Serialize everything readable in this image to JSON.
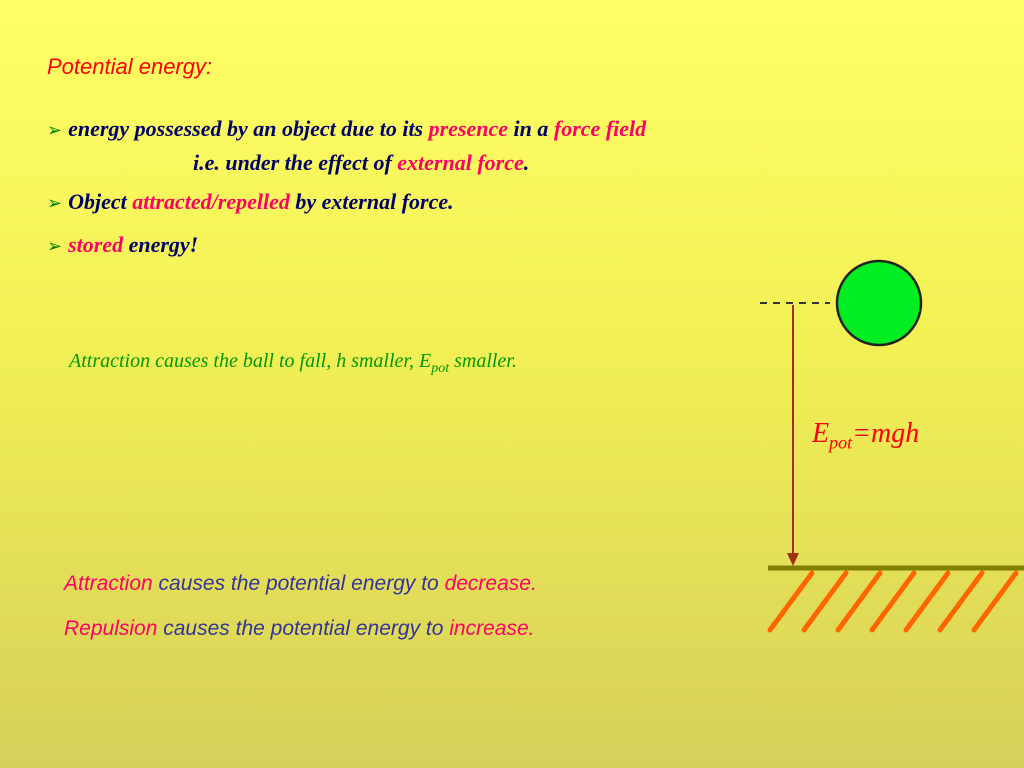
{
  "title": "Potential energy:",
  "bullets": [
    {
      "parts": [
        "energy possessed by an object due to its ",
        "presence",
        " in a ",
        "force field"
      ],
      "continuation": [
        "i.e. under the effect of ",
        "external force",
        "."
      ]
    },
    {
      "parts": [
        "Object ",
        "attracted/repelled",
        " by external force."
      ]
    },
    {
      "parts": [
        "stored",
        " energy!"
      ]
    }
  ],
  "attraction_note": {
    "before": "Attraction causes the ball to fall, h smaller, E",
    "sub": "pot",
    "after": " smaller."
  },
  "formula": {
    "base": "E",
    "sub": "pot",
    "rest": "=mgh"
  },
  "statements": [
    {
      "keyword": "Attraction",
      "middle": " causes the potential energy to ",
      "effect": "decrease",
      "end": "."
    },
    {
      "keyword": "Repulsion",
      "middle": " causes the potential energy to ",
      "effect": "increase",
      "end": "."
    }
  ],
  "colors": {
    "ball": "#00ee22",
    "height_arrow": "#a03010",
    "ground": "#808000",
    "hatch": "#ff6600"
  }
}
